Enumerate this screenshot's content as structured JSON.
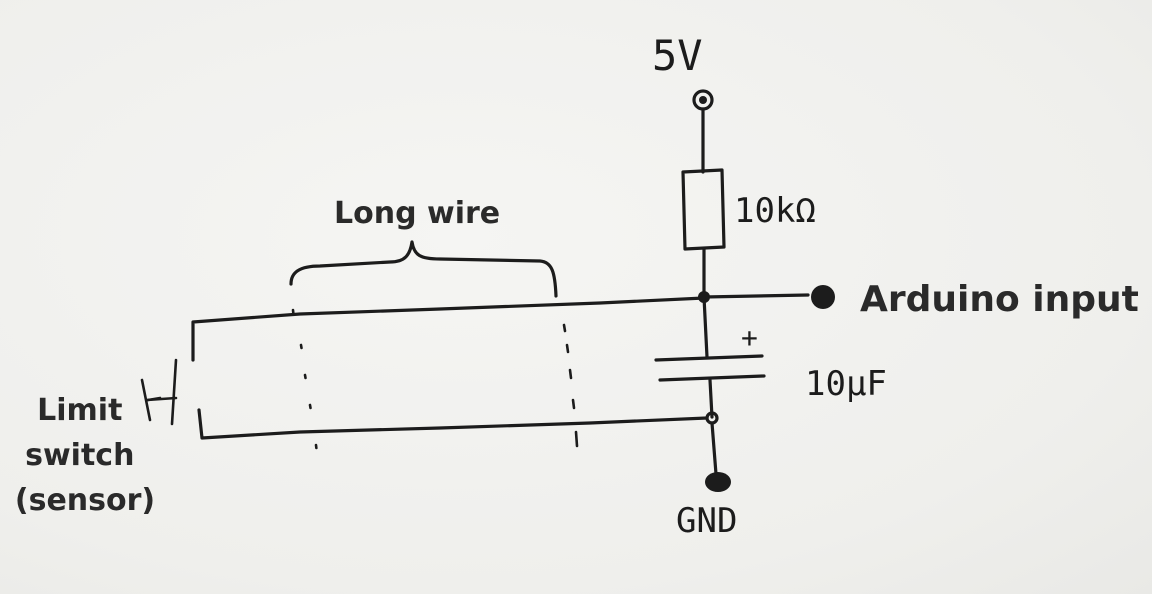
{
  "diagram": {
    "supply_label": "5V",
    "resistor_label": "10kΩ",
    "output_label": "Arduino input",
    "capacitor_label": "10µF",
    "capacitor_polarity": "+",
    "ground_label": "GND",
    "wire_label": "Long wire",
    "switch_label_lines": [
      "Limit",
      "switch",
      "(sensor)"
    ]
  }
}
